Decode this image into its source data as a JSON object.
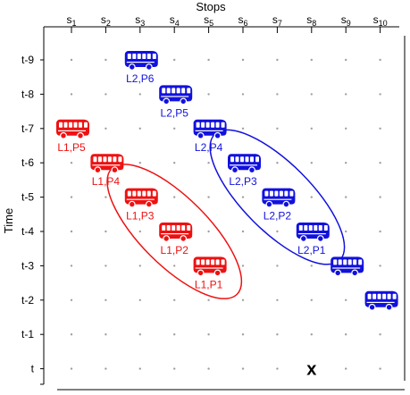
{
  "diagram": {
    "title": "Stops",
    "y_axis_label": "Time",
    "stops": [
      "s1",
      "s2",
      "s3",
      "s4",
      "s5",
      "s6",
      "s7",
      "s8",
      "s9",
      "s10"
    ],
    "stop_labels": [
      {
        "base": "s",
        "sub": "1"
      },
      {
        "base": "s",
        "sub": "2"
      },
      {
        "base": "s",
        "sub": "3"
      },
      {
        "base": "s",
        "sub": "4"
      },
      {
        "base": "s",
        "sub": "5"
      },
      {
        "base": "s",
        "sub": "6"
      },
      {
        "base": "s",
        "sub": "7"
      },
      {
        "base": "s",
        "sub": "8"
      },
      {
        "base": "s",
        "sub": "9"
      },
      {
        "base": "s",
        "sub": "10"
      }
    ],
    "time_labels": [
      "t-9",
      "t-8",
      "t-7",
      "t-6",
      "t-5",
      "t-4",
      "t-3",
      "t-2",
      "t-1",
      "t"
    ],
    "colors": {
      "line1": "#ee1111",
      "line2": "#1111dd",
      "grid_dot": "#a0a0a0",
      "axis": "#000000"
    },
    "buses": [
      {
        "label": "L1,P5",
        "stop": 1,
        "time": "t-7",
        "color": "#ee1111"
      },
      {
        "label": "L1,P4",
        "stop": 2,
        "time": "t-6",
        "color": "#ee1111"
      },
      {
        "label": "L1,P3",
        "stop": 3,
        "time": "t-5",
        "color": "#ee1111"
      },
      {
        "label": "L1,P2",
        "stop": 4,
        "time": "t-4",
        "color": "#ee1111"
      },
      {
        "label": "L1,P1",
        "stop": 5,
        "time": "t-3",
        "color": "#ee1111"
      },
      {
        "label": "L2,P6",
        "stop": 3,
        "time": "t-9",
        "color": "#1111dd"
      },
      {
        "label": "L2,P5",
        "stop": 4,
        "time": "t-8",
        "color": "#1111dd"
      },
      {
        "label": "L2,P4",
        "stop": 5,
        "time": "t-7",
        "color": "#1111dd"
      },
      {
        "label": "L2,P3",
        "stop": 6,
        "time": "t-6",
        "color": "#1111dd"
      },
      {
        "label": "L2,P2",
        "stop": 7,
        "time": "t-5",
        "color": "#1111dd"
      },
      {
        "label": "L2,P1",
        "stop": 8,
        "time": "t-4",
        "color": "#1111dd"
      },
      {
        "label": "",
        "stop": 9,
        "time": "t-3",
        "color": "#1111dd"
      },
      {
        "label": "",
        "stop": 10,
        "time": "t-2",
        "color": "#1111dd"
      }
    ],
    "groups": [
      {
        "line": "L1",
        "color": "#ee1111",
        "from": {
          "stop": 3,
          "time": "t-5"
        },
        "to": {
          "stop": 5,
          "time": "t-3"
        }
      },
      {
        "line": "L2",
        "color": "#1111dd",
        "from": {
          "stop": 6,
          "time": "t-6"
        },
        "to": {
          "stop": 8,
          "time": "t-4"
        }
      }
    ],
    "marker": {
      "symbol": "x",
      "stop": 8,
      "time": "t"
    }
  }
}
